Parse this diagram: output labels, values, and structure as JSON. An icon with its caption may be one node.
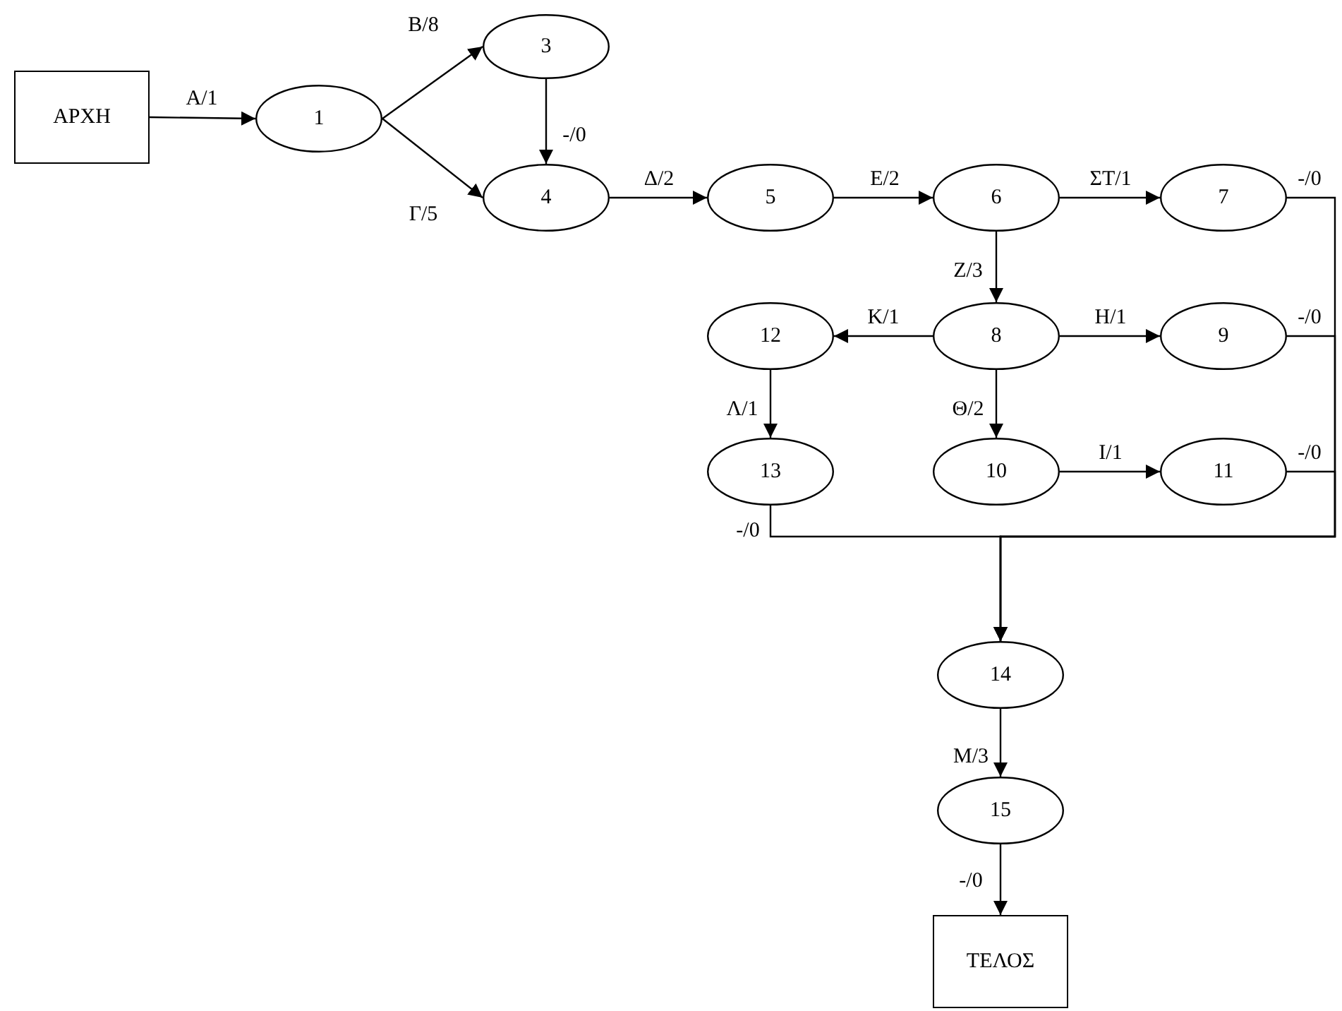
{
  "diagram": {
    "nodes": [
      {
        "text": [
          "ΑΡΧΗ"
        ]
      },
      {
        "text": [
          "1"
        ]
      },
      {
        "text": [
          "3"
        ]
      },
      {
        "text": [
          "4"
        ]
      },
      {
        "text": [
          "5"
        ]
      },
      {
        "text": [
          "6"
        ]
      },
      {
        "text": [
          "7"
        ]
      },
      {
        "text": [
          "12"
        ]
      },
      {
        "text": [
          "8"
        ]
      },
      {
        "text": [
          "9"
        ]
      },
      {
        "text": [
          "13"
        ]
      },
      {
        "text": [
          "10"
        ]
      },
      {
        "text": [
          "11"
        ]
      },
      {
        "text": [
          "14"
        ]
      },
      {
        "text": [
          "15"
        ]
      },
      {
        "text": [
          "ΤΕΛΟΣ"
        ]
      }
    ],
    "edges": [
      {
        "from": 0,
        "to": 1,
        "arrow": "to",
        "label": "Α/1"
      },
      {
        "from": 1,
        "to": 2,
        "arrow": "to",
        "label": "Β/8"
      },
      {
        "from": 1,
        "to": 3,
        "arrow": "to",
        "label": "Γ/5"
      },
      {
        "from": 2,
        "to": 3,
        "arrow": "to",
        "label": "-/0"
      },
      {
        "from": 3,
        "to": 4,
        "arrow": "to",
        "label": "Δ/2"
      },
      {
        "from": 4,
        "to": 5,
        "arrow": "to",
        "label": "Ε/2"
      },
      {
        "from": 5,
        "to": 6,
        "arrow": "to",
        "label": "ΣΤ/1"
      },
      {
        "from": 5,
        "to": 8,
        "arrow": "to",
        "label": "Ζ/3"
      },
      {
        "from": 8,
        "to": 7,
        "arrow": "to",
        "label": "Κ/1"
      },
      {
        "from": 8,
        "to": 9,
        "arrow": "to",
        "label": "Η/1"
      },
      {
        "from": 8,
        "to": 11,
        "arrow": "to",
        "label": "Θ/2"
      },
      {
        "from": 7,
        "to": 10,
        "arrow": "to",
        "label": "Λ/1"
      },
      {
        "from": 11,
        "to": 12,
        "arrow": "to",
        "label": "Ι/1"
      },
      {
        "from": 6,
        "to": 13,
        "arrow": "to",
        "label": "-/0"
      },
      {
        "from": 9,
        "to": 13,
        "arrow": "to",
        "label": "-/0"
      },
      {
        "from": 12,
        "to": 13,
        "arrow": "to",
        "label": "-/0"
      },
      {
        "from": 10,
        "to": 13,
        "arrow": "to",
        "label": "-/0"
      },
      {
        "from": 13,
        "to": 14,
        "arrow": "to",
        "label": "Μ/3"
      },
      {
        "from": 14,
        "to": 15,
        "arrow": "to",
        "label": "-/0"
      }
    ]
  }
}
